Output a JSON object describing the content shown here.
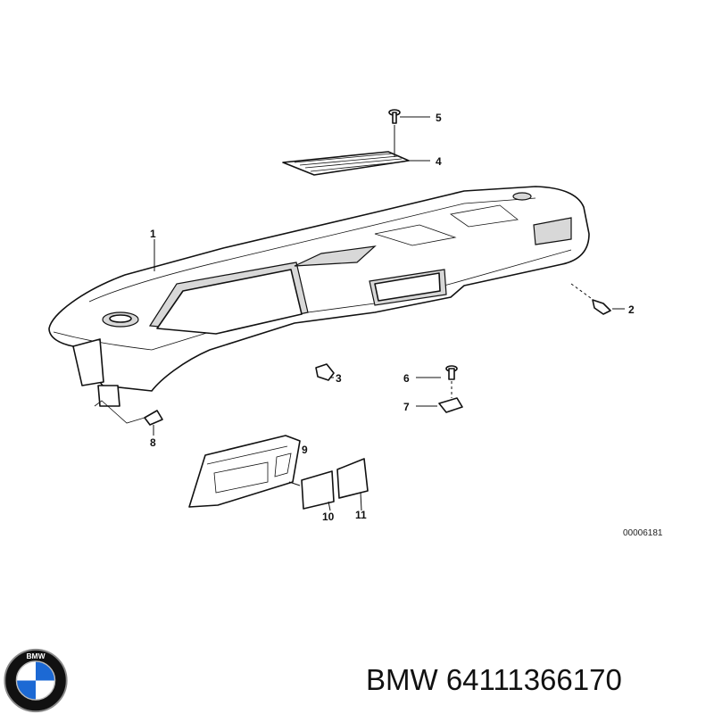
{
  "diagram": {
    "callouts": [
      {
        "id": "1",
        "label": "1"
      },
      {
        "id": "2",
        "label": "2"
      },
      {
        "id": "3",
        "label": "3"
      },
      {
        "id": "4",
        "label": "4"
      },
      {
        "id": "5",
        "label": "5"
      },
      {
        "id": "6",
        "label": "6"
      },
      {
        "id": "7",
        "label": "7"
      },
      {
        "id": "8",
        "label": "8"
      },
      {
        "id": "9",
        "label": "9"
      },
      {
        "id": "10",
        "label": "10"
      },
      {
        "id": "11",
        "label": "11"
      }
    ],
    "reference_code": "00006181"
  },
  "caption": {
    "brand": "BMW",
    "part_number": "64111366170"
  },
  "logo": {
    "letters": "BMW",
    "icon": "bmw-roundel-icon",
    "colors": {
      "blue": "#1c69d4",
      "ring": "#111111",
      "white": "#ffffff"
    }
  }
}
